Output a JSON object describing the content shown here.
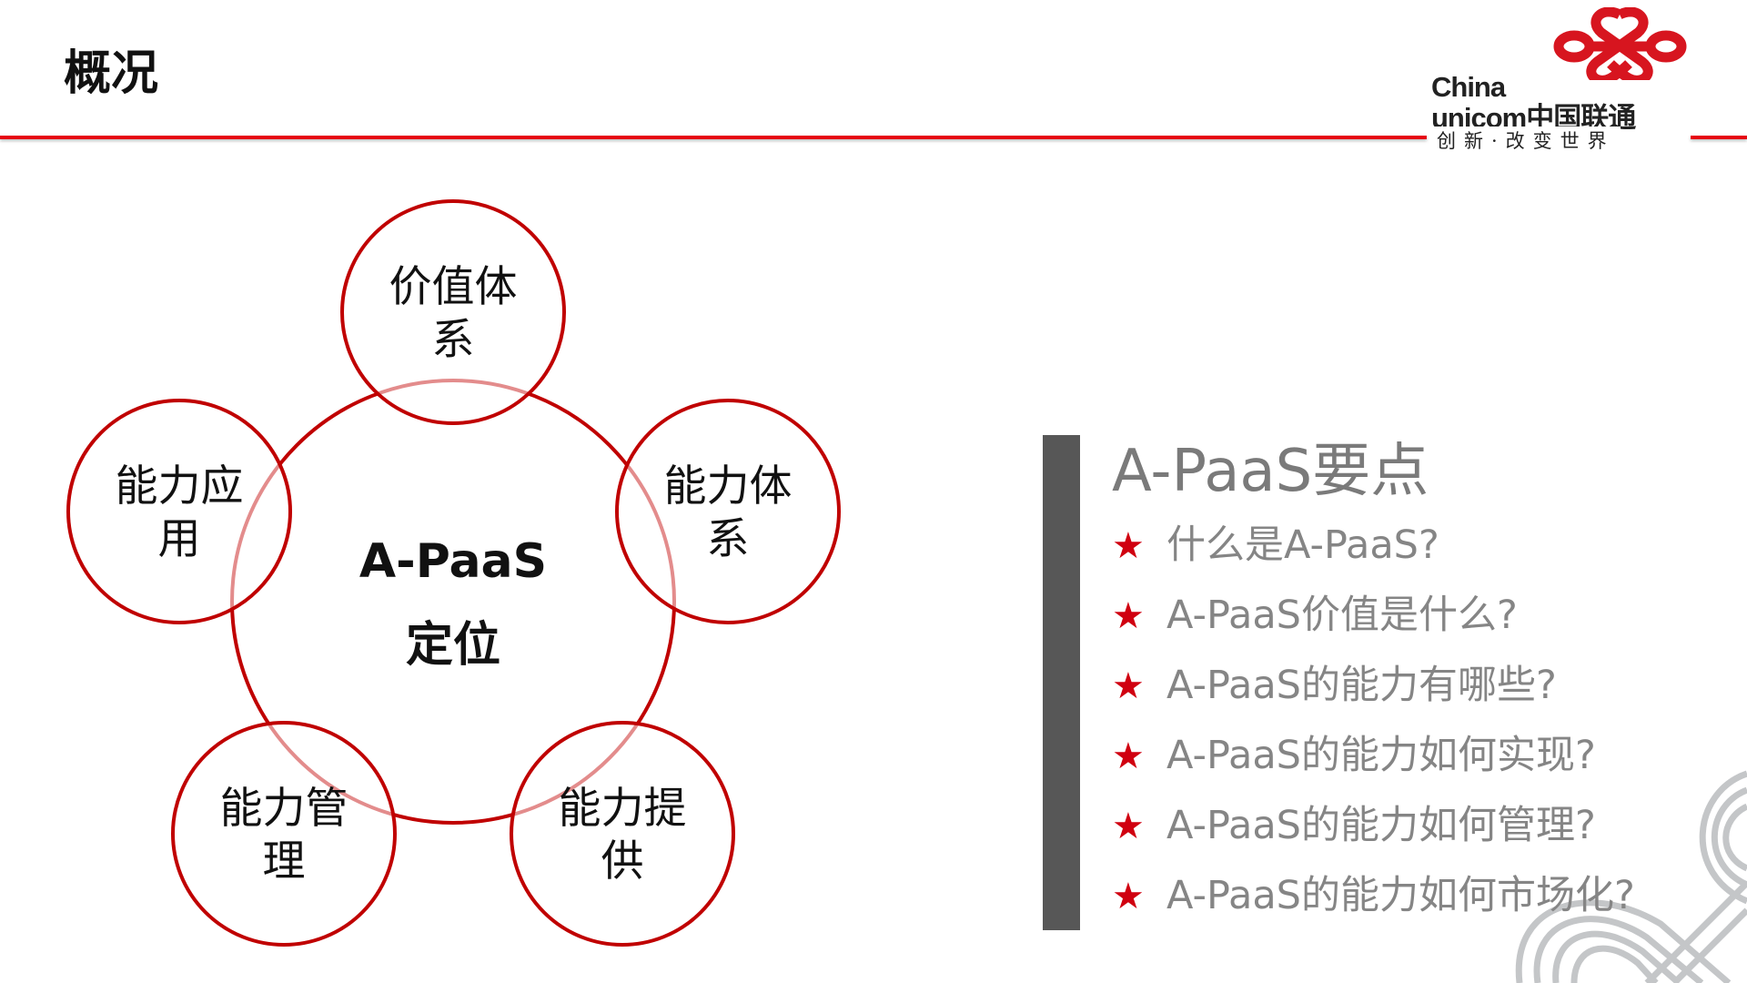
{
  "header": {
    "title": "概况"
  },
  "logo": {
    "line1": "China",
    "line2": "unicom中国联通",
    "slogan": "创新·改变世界"
  },
  "diagram": {
    "center": {
      "line1": "A-PaaS",
      "line2": "定位"
    },
    "nodes": [
      {
        "line1": "价值体",
        "line2": "系"
      },
      {
        "line1": "能力应",
        "line2": "用"
      },
      {
        "line1": "能力体",
        "line2": "系"
      },
      {
        "line1": "能力管",
        "line2": "理"
      },
      {
        "line1": "能力提",
        "line2": "供"
      }
    ],
    "colors": {
      "stroke": "#c00000"
    }
  },
  "points": {
    "heading": "A-PaaS要点",
    "star": "★",
    "items": [
      "什么是A-PaaS?",
      "A-PaaS价值是什么?",
      "A-PaaS的能力有哪些?",
      "A-PaaS的能力如何实现?",
      "A-PaaS的能力如何管理?",
      "A-PaaS的能力如何市场化?"
    ]
  },
  "colors": {
    "accent": "#e60012",
    "bar": "#575757",
    "text_gray": "#858585"
  }
}
